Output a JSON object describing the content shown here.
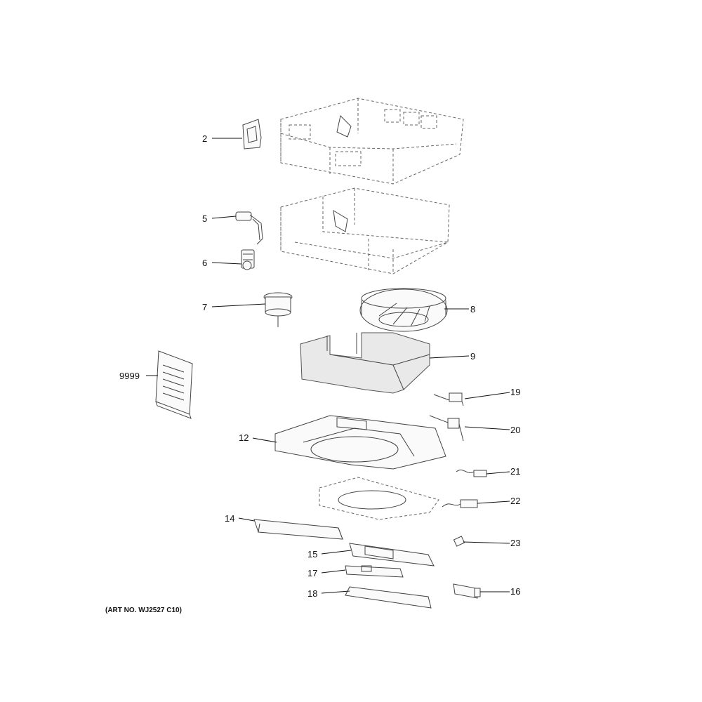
{
  "callouts": {
    "c2": "2",
    "c5": "5",
    "c6": "6",
    "c7": "7",
    "c8": "8",
    "c9": "9",
    "c9999": "9999",
    "c19": "19",
    "c20": "20",
    "c12": "12",
    "c21": "21",
    "c22": "22",
    "c14": "14",
    "c23": "23",
    "c15": "15",
    "c17": "17",
    "c18": "18",
    "c16": "16"
  },
  "art_number": "(ART NO. WJ2527 C10)"
}
